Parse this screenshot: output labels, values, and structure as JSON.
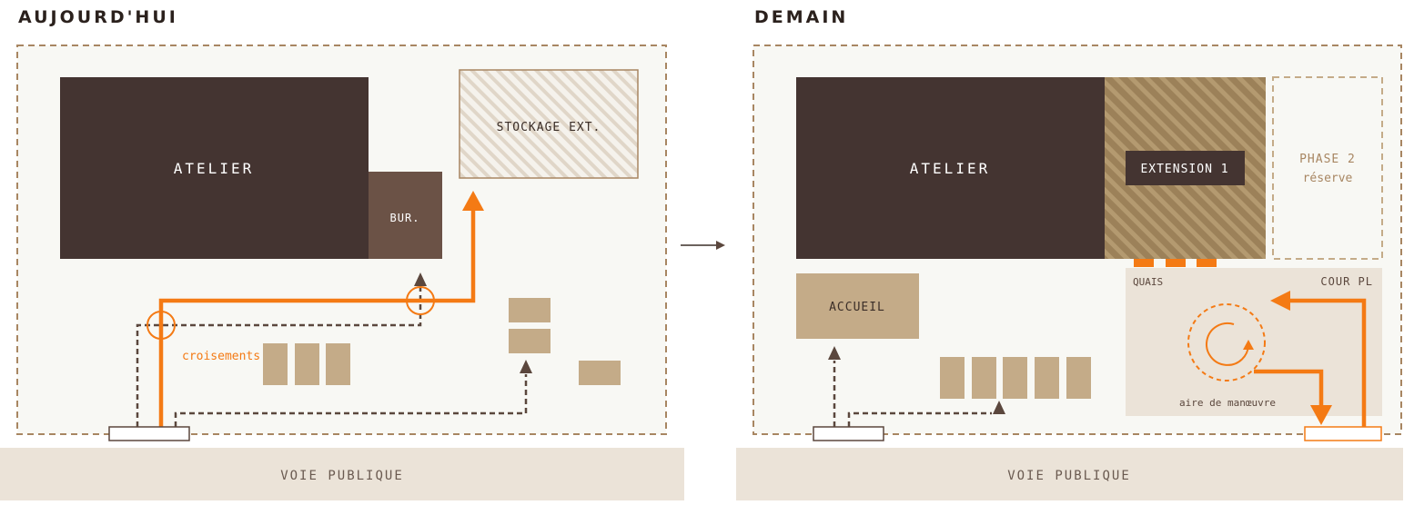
{
  "today": {
    "title": "AUJOURD'HUI",
    "atelier": "ATELIER",
    "bureau": "BUR.",
    "storage": "STOCKAGE EXT.",
    "crossings_note": "croisements",
    "road": "VOIE PUBLIQUE"
  },
  "tomorrow": {
    "title": "DEMAIN",
    "atelier": "ATELIER",
    "extension": "EXTENSION 1",
    "phase2_line1": "PHASE 2",
    "phase2_line2": "réserve",
    "reception": "ACCUEIL",
    "docks": "QUAIS",
    "truck_yard": "COUR PL",
    "maneuver_area": "aire de manœuvre",
    "road": "VOIE PUBLIQUE"
  },
  "colors": {
    "building_dark": "#443431",
    "office": "#6b5246",
    "parking": "#c4ab88",
    "accent_orange": "#f47a14",
    "dashed_flow": "#5b473d",
    "site_border": "#a88662",
    "road": "#ebe3d8",
    "site_bg": "#f8f8f4"
  },
  "icons": [
    "arrow-right-icon",
    "rotation-icon"
  ]
}
